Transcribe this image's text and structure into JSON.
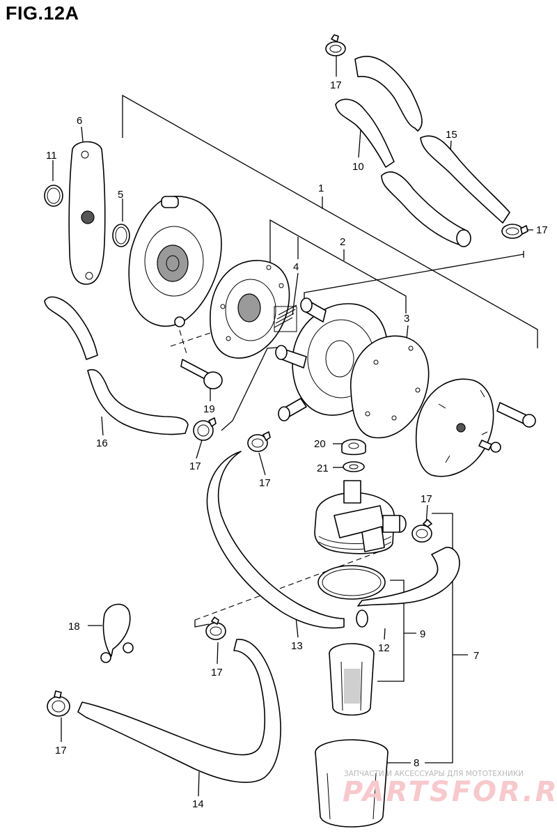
{
  "figure": {
    "title": "FIG.12A"
  },
  "callouts": {
    "c1": "1",
    "c2": "2",
    "c3": "3",
    "c4": "4",
    "c5": "5",
    "c6": "6",
    "c7": "7",
    "c8": "8",
    "c9": "9",
    "c10": "10",
    "c11": "11",
    "c12": "12",
    "c13": "13",
    "c14": "14",
    "c15": "15",
    "c16": "16",
    "c17a": "17",
    "c17b": "17",
    "c17c": "17",
    "c17d": "17",
    "c17e": "17",
    "c17f": "17",
    "c17g": "17",
    "c18": "18",
    "c19": "19",
    "c20": "20",
    "c21": "21"
  },
  "watermark": {
    "tagline": "ЗАПЧАСТИ И АКСЕССУАРЫ ДЛЯ МОТОТЕХНИКИ",
    "brand": "PARTSFOR.RU"
  }
}
